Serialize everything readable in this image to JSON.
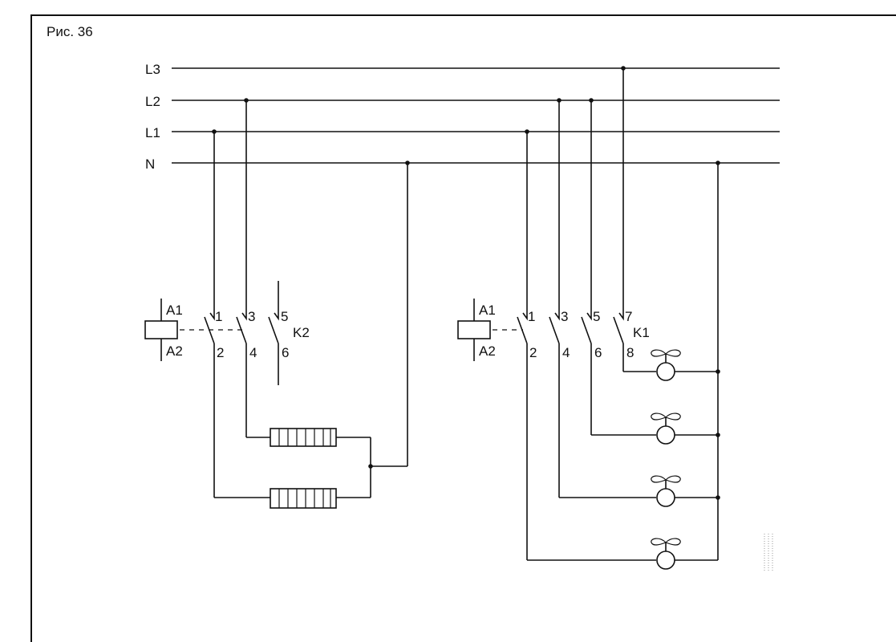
{
  "figure_caption": "Рис. 36",
  "lines": {
    "l3": "L3",
    "l2": "L2",
    "l1": "L1",
    "n": "N"
  },
  "contactor_k2": {
    "name": "K2",
    "coil_terminal_top": "A1",
    "coil_terminal_bottom": "A2",
    "contacts_top": [
      "1",
      "3",
      "5"
    ],
    "contacts_bottom": [
      "2",
      "4",
      "6"
    ]
  },
  "contactor_k1": {
    "name": "K1",
    "coil_terminal_top": "A1",
    "coil_terminal_bottom": "A2",
    "contacts_top": [
      "1",
      "3",
      "5",
      "7"
    ],
    "contacts_bottom": [
      "2",
      "4",
      "6",
      "8"
    ]
  },
  "icons": {
    "coil": "relay-coil-icon",
    "heater": "heating-element-icon",
    "fan": "fan-motor-icon"
  }
}
